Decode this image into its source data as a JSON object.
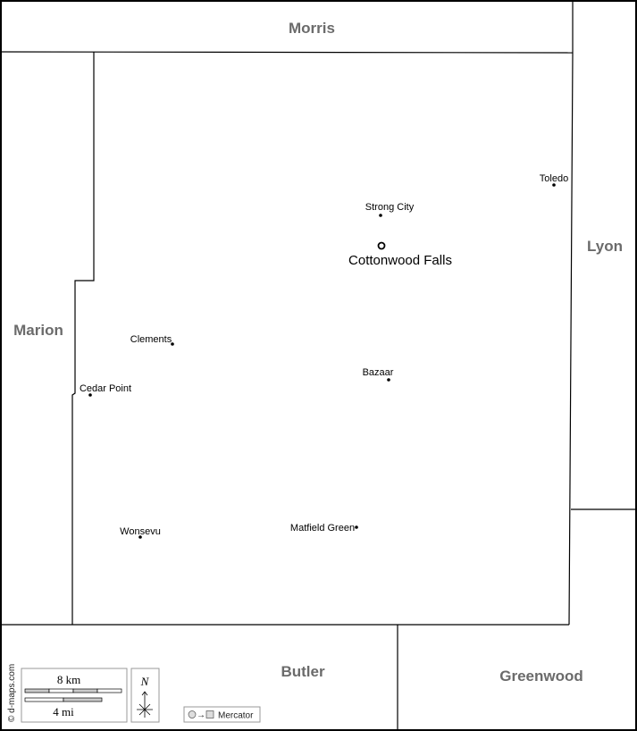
{
  "counties": {
    "north": "Morris",
    "west": "Marion",
    "east": "Lyon",
    "south": "Butler",
    "southeast": "Greenwood"
  },
  "county_seat": "Cottonwood Falls",
  "cities": [
    "Toledo",
    "Strong City",
    "Clements",
    "Bazaar",
    "Cedar Point",
    "Wonsevu",
    "Matfield Green"
  ],
  "scale": {
    "km_label": "8 km",
    "mi_label": "4 mi"
  },
  "north_arrow": "N",
  "projection": "Mercator",
  "credit": "© d-maps.com"
}
